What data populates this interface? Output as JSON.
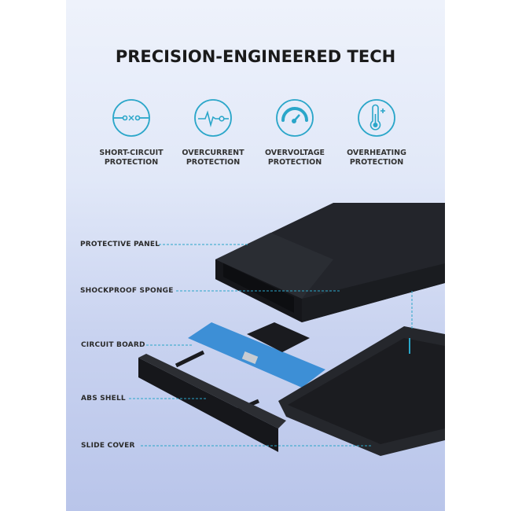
{
  "title": "PRECISION-ENGINEERED TECH",
  "features": [
    {
      "icon": "short-circuit-icon",
      "line1": "SHORT-CIRCUIT",
      "line2": "PROTECTION"
    },
    {
      "icon": "pulse-icon",
      "line1": "OVERCURRENT",
      "line2": "PROTECTION"
    },
    {
      "icon": "gauge-icon",
      "line1": "OVERVOLTAGE",
      "line2": "PROTECTION"
    },
    {
      "icon": "thermometer-icon",
      "line1": "OVERHEATING",
      "line2": "PROTECTION"
    }
  ],
  "callouts": [
    "PROTECTIVE PANEL",
    "SHOCKPROOF SPONGE",
    "CIRCUIT BOARD",
    "ABS SHELL",
    "SLIDE COVER"
  ],
  "colors": {
    "accent": "#2aa6c9",
    "enclosure": "#1f2126",
    "board": "#3d8fd6"
  }
}
